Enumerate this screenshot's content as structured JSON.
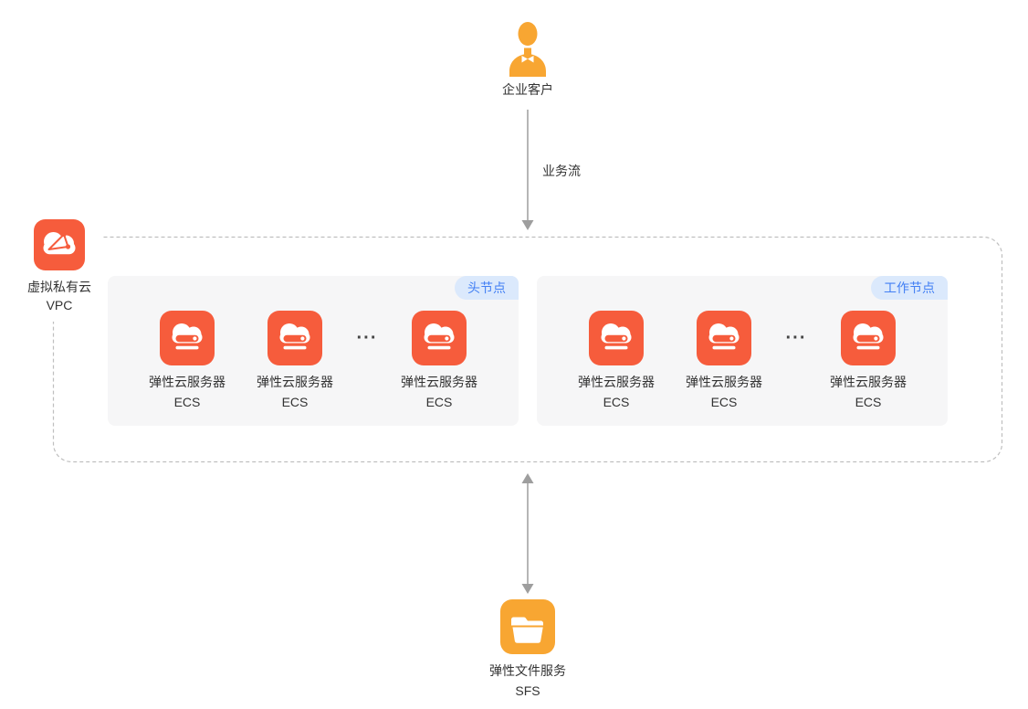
{
  "colors": {
    "service_red": "#F65C3C",
    "service_orange": "#F8A632",
    "badge_bg": "#DBE9FC",
    "badge_text": "#4380F4",
    "panel_bg": "#F6F6F7",
    "arrow_gray": "#9E9E9E",
    "dashed_border": "#BFBFBF",
    "text": "#333333"
  },
  "icons": {
    "customer": "person-icon",
    "vpc": "vpc-cloud-network-icon",
    "ecs": "cloud-server-icon",
    "sfs": "folder-icon"
  },
  "customer": {
    "label": "企业客户"
  },
  "flow": {
    "label": "业务流"
  },
  "vpc": {
    "name": "虚拟私有云",
    "abbr": "VPC"
  },
  "groups": {
    "head": {
      "badge": "头节点",
      "ellipsis": "···",
      "nodes": [
        {
          "name": "弹性云服务器",
          "abbr": "ECS"
        },
        {
          "name": "弹性云服务器",
          "abbr": "ECS"
        },
        {
          "name": "弹性云服务器",
          "abbr": "ECS"
        }
      ]
    },
    "worker": {
      "badge": "工作节点",
      "ellipsis": "···",
      "nodes": [
        {
          "name": "弹性云服务器",
          "abbr": "ECS"
        },
        {
          "name": "弹性云服务器",
          "abbr": "ECS"
        },
        {
          "name": "弹性云服务器",
          "abbr": "ECS"
        }
      ]
    }
  },
  "sfs": {
    "name": "弹性文件服务",
    "abbr": "SFS"
  }
}
